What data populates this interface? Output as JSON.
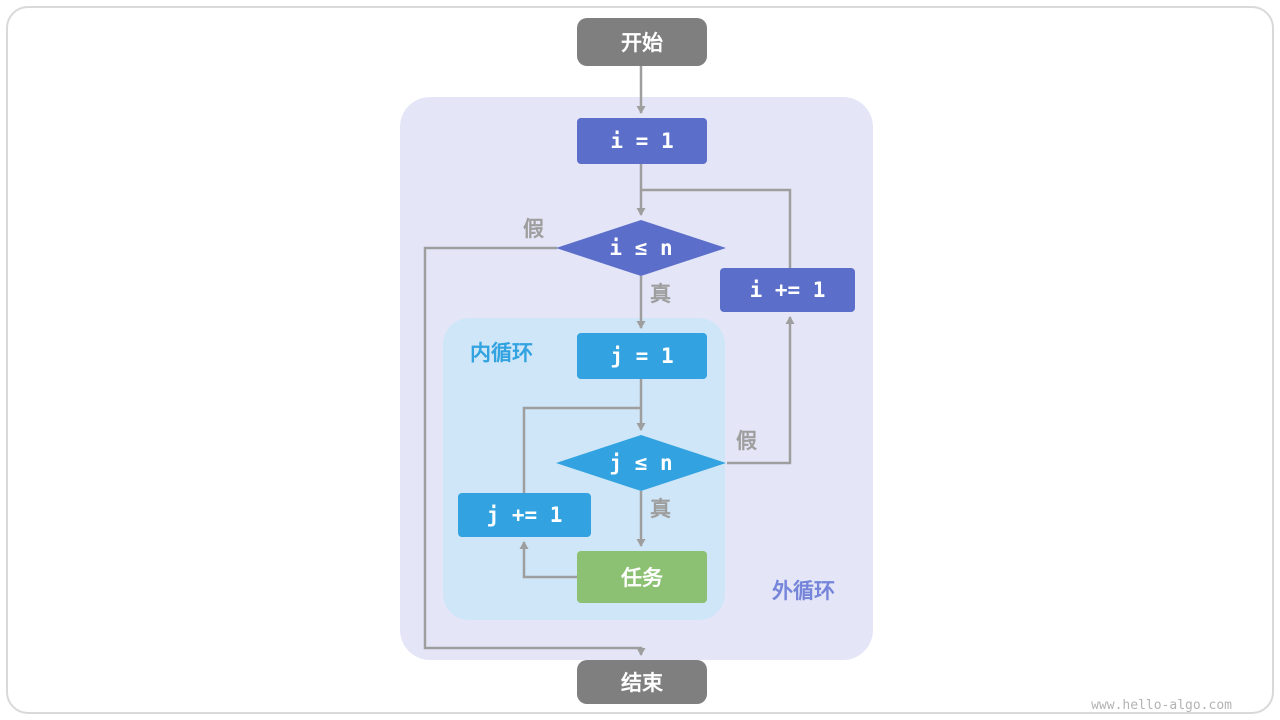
{
  "page": {
    "watermark": "www.hello-algo.com"
  },
  "colors": {
    "node_indigo": "#5b6ec9",
    "node_blue": "#32a3e0",
    "node_green": "#8cc173",
    "node_gray": "#7f7f7f",
    "outer_region_bg": "#e4e6f8",
    "inner_region_bg": "#cfe6f8",
    "outer_label": "#7585d9",
    "inner_label": "#32a3e0",
    "line": "#9e9e9e",
    "frame_border": "#d9d9d9",
    "watermark": "#b3b3b3"
  },
  "nodes": {
    "start": "开始",
    "init_i": "i = 1",
    "cond_i": "i ≤ n",
    "inc_i": "i += 1",
    "init_j": "j = 1",
    "cond_j": "j ≤ n",
    "inc_j": "j += 1",
    "task": "任务",
    "end": "结束"
  },
  "labels": {
    "outer_loop": "外循环",
    "inner_loop": "内循环",
    "cond_i_true": "真",
    "cond_i_false": "假",
    "cond_j_true": "真",
    "cond_j_false": "假"
  }
}
